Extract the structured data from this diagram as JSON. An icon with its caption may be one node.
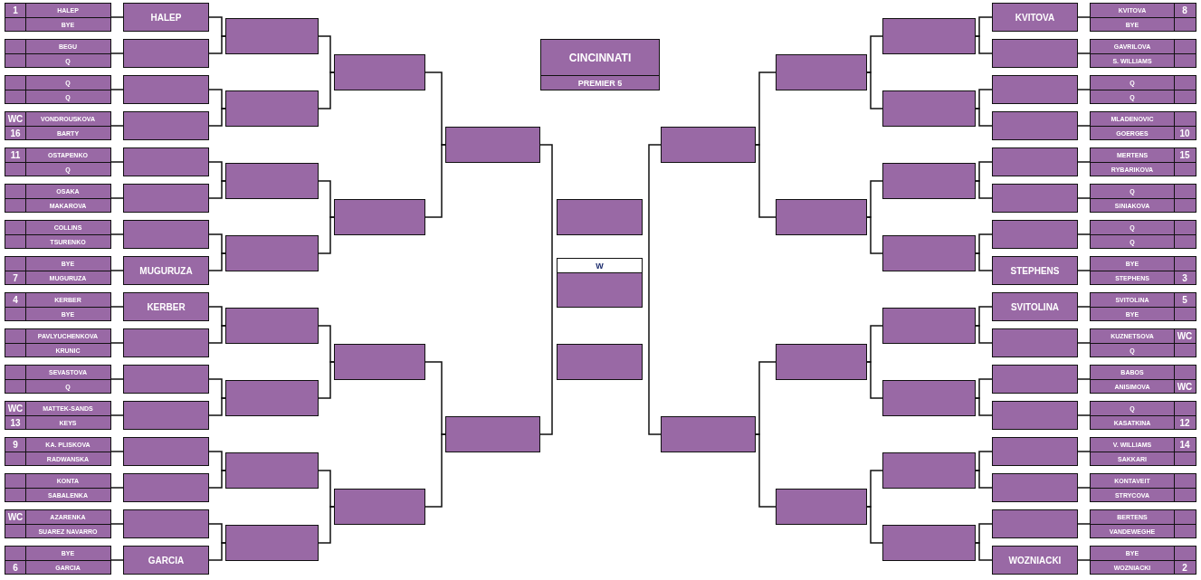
{
  "diagram": {
    "nodes": [
      {
        "text": [
          "CINCINNATI",
          "PREMIER 5"
        ]
      },
      {
        "text": [],
        "shape": "box"
      },
      {
        "text": [
          "1",
          "HALEP"
        ],
        "in": 1
      },
      {
        "text": [
          "BYE"
        ],
        "in": 1
      },
      {
        "text": [],
        "shape": "box"
      },
      {
        "text": [
          "BEGU"
        ],
        "in": 4
      },
      {
        "text": [
          "Q"
        ],
        "in": 4
      },
      {
        "text": [],
        "shape": "box"
      },
      {
        "text": [
          "Q"
        ],
        "in": 7
      },
      {
        "text": [
          "Q"
        ],
        "in": 7
      },
      {
        "text": [],
        "shape": "box"
      },
      {
        "text": [
          "WC",
          "VONDROUSKOVA"
        ],
        "in": 10
      },
      {
        "text": [
          "16",
          "BARTY"
        ],
        "in": 10
      },
      {
        "text": [],
        "shape": "box"
      },
      {
        "text": [
          "11",
          "OSTAPENKO"
        ],
        "in": 13
      },
      {
        "text": [
          "Q"
        ],
        "in": 13
      },
      {
        "text": [],
        "shape": "box"
      },
      {
        "text": [
          "OSAKA"
        ],
        "in": 16
      },
      {
        "text": [
          "MAKAROVA"
        ],
        "in": 16
      },
      {
        "text": [],
        "shape": "box"
      },
      {
        "text": [
          "COLLINS"
        ],
        "in": 19
      },
      {
        "text": [
          "TSURENKO"
        ],
        "in": 19
      },
      {
        "text": [],
        "shape": "box"
      },
      {
        "text": [
          "BYE"
        ],
        "in": 22
      },
      {
        "text": [
          "7",
          "MUGURUZA"
        ],
        "in": 22
      },
      {
        "text": [],
        "shape": "box"
      },
      {
        "text": [
          "4",
          "KERBER"
        ],
        "in": 25
      },
      {
        "text": [
          "BYE"
        ],
        "in": 25
      },
      {
        "text": [],
        "shape": "box"
      },
      {
        "text": [
          "PAVLYUCHENKOVA"
        ],
        "in": 28
      },
      {
        "text": [
          "KRUNIC"
        ],
        "in": 28
      },
      {
        "text": [],
        "shape": "box"
      },
      {
        "text": [
          "SEVASTOVA"
        ],
        "in": 31
      },
      {
        "text": [
          "Q"
        ],
        "in": 31
      },
      {
        "text": [],
        "shape": "box"
      },
      {
        "text": [
          "WC",
          "MATTEK-SANDS"
        ],
        "in": 34
      },
      {
        "text": [
          "13",
          "KEYS"
        ],
        "in": 34
      },
      {
        "text": [],
        "shape": "box"
      },
      {
        "text": [
          "9",
          "KA. PLISKOVA"
        ],
        "in": 37
      },
      {
        "text": [
          "RADWANSKA"
        ],
        "in": 37
      },
      {
        "text": [],
        "shape": "box"
      },
      {
        "text": [
          "KONTA"
        ],
        "in": 40
      },
      {
        "text": [
          "SABALENKA"
        ],
        "in": 40
      },
      {
        "text": [],
        "shape": "box"
      },
      {
        "text": [
          "WC",
          "AZARENKA"
        ],
        "in": 43
      },
      {
        "text": [
          "SUAREZ NAVARRO"
        ],
        "in": 43
      },
      {
        "text": [],
        "shape": "box"
      },
      {
        "text": [
          "BYE"
        ],
        "in": 46
      },
      {
        "text": [
          "6",
          "GARCIA"
        ],
        "in": 46
      },
      {
        "text": [
          "HALEP"
        ]
      },
      {
        "text": [],
        "shape": "box"
      },
      {
        "text": [],
        "shape": "box"
      },
      {
        "text": [],
        "shape": "box"
      },
      {
        "text": [],
        "shape": "box"
      },
      {
        "text": [],
        "shape": "box"
      },
      {
        "text": [],
        "shape": "box"
      },
      {
        "text": [
          "MUGURUZA"
        ]
      },
      {
        "text": [
          "KERBER"
        ]
      },
      {
        "text": [],
        "shape": "box"
      },
      {
        "text": [],
        "shape": "box"
      },
      {
        "text": [],
        "shape": "box"
      },
      {
        "text": [],
        "shape": "box"
      },
      {
        "text": [],
        "shape": "box"
      },
      {
        "text": [],
        "shape": "box"
      },
      {
        "text": [
          "GARCIA"
        ]
      },
      {
        "text": [],
        "shape": "box"
      },
      {
        "text": [],
        "shape": "box"
      },
      {
        "text": [],
        "shape": "box"
      },
      {
        "text": [],
        "shape": "box"
      },
      {
        "text": [],
        "shape": "box"
      },
      {
        "text": [],
        "shape": "box"
      },
      {
        "text": [],
        "shape": "box"
      },
      {
        "text": [],
        "shape": "box"
      },
      {
        "text": [],
        "shape": "box"
      },
      {
        "text": [],
        "shape": "box"
      },
      {
        "text": [],
        "shape": "box"
      },
      {
        "text": [],
        "shape": "box"
      },
      {
        "text": [],
        "shape": "box"
      },
      {
        "text": [],
        "shape": "box"
      },
      {
        "text": [],
        "shape": "box"
      },
      {
        "text": [
          "W"
        ]
      },
      {
        "text": [],
        "shape": "box"
      },
      {
        "text": [],
        "shape": "box"
      },
      {
        "text": [],
        "shape": "box"
      },
      {
        "text": [],
        "shape": "box"
      },
      {
        "text": [],
        "shape": "box"
      },
      {
        "text": [],
        "shape": "box"
      },
      {
        "text": [],
        "shape": "box"
      },
      {
        "text": [],
        "shape": "box"
      },
      {
        "text": [],
        "shape": "box"
      },
      {
        "text": [],
        "shape": "box"
      },
      {
        "text": [],
        "shape": "box"
      },
      {
        "text": [],
        "shape": "box"
      },
      {
        "text": [],
        "shape": "box"
      },
      {
        "text": [],
        "shape": "box"
      },
      {
        "text": [],
        "shape": "box"
      },
      {
        "text": [
          "KVITOVA"
        ]
      },
      {
        "text": [],
        "shape": "box"
      },
      {
        "text": [],
        "shape": "box"
      },
      {
        "text": [],
        "shape": "box"
      },
      {
        "text": [],
        "shape": "box"
      },
      {
        "text": [],
        "shape": "box"
      },
      {
        "text": [],
        "shape": "box"
      },
      {
        "text": [
          "STEPHENS"
        ]
      },
      {
        "text": [
          "SVITOLINA"
        ]
      },
      {
        "text": [],
        "shape": "box"
      },
      {
        "text": [],
        "shape": "box"
      },
      {
        "text": [],
        "shape": "box"
      },
      {
        "text": [],
        "shape": "box"
      },
      {
        "text": [],
        "shape": "box"
      },
      {
        "text": [],
        "shape": "box"
      },
      {
        "text": [
          "WOZNIACKI"
        ]
      },
      {
        "text": [],
        "shape": "box"
      },
      {
        "text": [
          "KVITOVA",
          "8"
        ],
        "in": 112
      },
      {
        "text": [
          "BYE"
        ],
        "in": 112
      },
      {
        "text": [],
        "shape": "box"
      },
      {
        "text": [
          "GAVRILOVA"
        ],
        "in": 115
      },
      {
        "text": [
          "S. WILLIAMS"
        ],
        "in": 115
      },
      {
        "text": [],
        "shape": "box"
      },
      {
        "text": [
          "Q"
        ],
        "in": 118
      },
      {
        "text": [
          "Q"
        ],
        "in": 118
      },
      {
        "text": [],
        "shape": "box"
      },
      {
        "text": [
          "MLADENOVIC"
        ],
        "in": 121
      },
      {
        "text": [
          "GOERGES",
          "10"
        ],
        "in": 121
      },
      {
        "text": [],
        "shape": "box"
      },
      {
        "text": [
          "MERTENS",
          "15"
        ],
        "in": 124
      },
      {
        "text": [
          "RYBARIKOVA"
        ],
        "in": 124
      },
      {
        "text": [],
        "shape": "box"
      },
      {
        "text": [
          "Q"
        ],
        "in": 127
      },
      {
        "text": [
          "SINIAKOVA"
        ],
        "in": 127
      },
      {
        "text": [],
        "shape": "box"
      },
      {
        "text": [
          "Q"
        ],
        "in": 130
      },
      {
        "text": [
          "Q"
        ],
        "in": 130
      },
      {
        "text": [],
        "shape": "box"
      },
      {
        "text": [
          "BYE"
        ],
        "in": 133
      },
      {
        "text": [
          "STEPHENS",
          "3"
        ],
        "in": 133
      },
      {
        "text": [],
        "shape": "box"
      },
      {
        "text": [
          "SVITOLINA",
          "5"
        ],
        "in": 136
      },
      {
        "text": [
          "BYE"
        ],
        "in": 136
      },
      {
        "text": [],
        "shape": "box"
      },
      {
        "text": [
          "KUZNETSOVA",
          "WC"
        ],
        "in": 139
      },
      {
        "text": [
          "Q"
        ],
        "in": 139
      },
      {
        "text": [],
        "shape": "box"
      },
      {
        "text": [
          "BABOS"
        ],
        "in": 142
      },
      {
        "text": [
          "ANISIMOVA",
          "WC"
        ],
        "in": 142
      },
      {
        "text": [],
        "shape": "box"
      },
      {
        "text": [
          "Q"
        ],
        "in": 145
      },
      {
        "text": [
          "KASATKINA",
          "12"
        ],
        "in": 145
      },
      {
        "text": [],
        "shape": "box"
      },
      {
        "text": [
          "V. WILLIAMS",
          "14"
        ],
        "in": 148
      },
      {
        "text": [
          "SAKKARI"
        ],
        "in": 148
      },
      {
        "text": [],
        "shape": "box"
      },
      {
        "text": [
          "KONTAVEIT"
        ],
        "in": 151
      },
      {
        "text": [
          "STRYCOVA"
        ],
        "in": 151
      },
      {
        "text": [],
        "shape": "box"
      },
      {
        "text": [
          "BERTENS"
        ],
        "in": 154
      },
      {
        "text": [
          "VANDEWEGHE"
        ],
        "in": 154
      },
      {
        "text": [],
        "shape": "box"
      },
      {
        "text": [
          "BYE"
        ],
        "in": 157
      },
      {
        "text": [
          "WOZNIACKI",
          "2"
        ],
        "in": 157
      }
    ],
    "edges": [
      {
        "from": 1,
        "to": 49,
        "arrow": "none"
      },
      {
        "from": 4,
        "to": 50,
        "arrow": "none"
      },
      {
        "from": 7,
        "to": 51,
        "arrow": "none"
      },
      {
        "from": 10,
        "to": 52,
        "arrow": "none"
      },
      {
        "from": 13,
        "to": 53,
        "arrow": "none"
      },
      {
        "from": 16,
        "to": 54,
        "arrow": "none"
      },
      {
        "from": 19,
        "to": 55,
        "arrow": "none"
      },
      {
        "from": 22,
        "to": 56,
        "arrow": "none"
      },
      {
        "from": 25,
        "to": 57,
        "arrow": "none"
      },
      {
        "from": 28,
        "to": 58,
        "arrow": "none"
      },
      {
        "from": 31,
        "to": 59,
        "arrow": "none"
      },
      {
        "from": 34,
        "to": 60,
        "arrow": "none"
      },
      {
        "from": 37,
        "to": 61,
        "arrow": "none"
      },
      {
        "from": 40,
        "to": 62,
        "arrow": "none"
      },
      {
        "from": 43,
        "to": 63,
        "arrow": "none"
      },
      {
        "from": 46,
        "to": 64,
        "arrow": "none"
      },
      {
        "from": 49,
        "to": 65,
        "arrow": "none"
      },
      {
        "from": 50,
        "to": 65,
        "arrow": "none"
      },
      {
        "from": 51,
        "to": 66,
        "arrow": "none"
      },
      {
        "from": 52,
        "to": 66,
        "arrow": "none"
      },
      {
        "from": 53,
        "to": 67,
        "arrow": "none"
      },
      {
        "from": 54,
        "to": 67,
        "arrow": "none"
      },
      {
        "from": 55,
        "to": 68,
        "arrow": "none"
      },
      {
        "from": 56,
        "to": 68,
        "arrow": "none"
      },
      {
        "from": 57,
        "to": 69,
        "arrow": "none"
      },
      {
        "from": 58,
        "to": 69,
        "arrow": "none"
      },
      {
        "from": 59,
        "to": 70,
        "arrow": "none"
      },
      {
        "from": 60,
        "to": 70,
        "arrow": "none"
      },
      {
        "from": 61,
        "to": 71,
        "arrow": "none"
      },
      {
        "from": 62,
        "to": 71,
        "arrow": "none"
      },
      {
        "from": 63,
        "to": 72,
        "arrow": "none"
      },
      {
        "from": 64,
        "to": 72,
        "arrow": "none"
      },
      {
        "from": 65,
        "to": 73,
        "arrow": "none"
      },
      {
        "from": 66,
        "to": 73,
        "arrow": "none"
      },
      {
        "from": 67,
        "to": 74,
        "arrow": "none"
      },
      {
        "from": 68,
        "to": 74,
        "arrow": "none"
      },
      {
        "from": 69,
        "to": 75,
        "arrow": "none"
      },
      {
        "from": 70,
        "to": 75,
        "arrow": "none"
      },
      {
        "from": 71,
        "to": 76,
        "arrow": "none"
      },
      {
        "from": 72,
        "to": 76,
        "arrow": "none"
      },
      {
        "from": 73,
        "to": 77,
        "arrow": "none"
      },
      {
        "from": 74,
        "to": 77,
        "arrow": "none"
      },
      {
        "from": 75,
        "to": 78,
        "arrow": "none"
      },
      {
        "from": 76,
        "to": 78,
        "arrow": "none"
      },
      {
        "from": 77,
        "to": 78,
        "arrow": "none"
      },
      {
        "from": 112,
        "to": 96,
        "arrow": "none"
      },
      {
        "from": 115,
        "to": 97,
        "arrow": "none"
      },
      {
        "from": 118,
        "to": 98,
        "arrow": "none"
      },
      {
        "from": 121,
        "to": 99,
        "arrow": "none"
      },
      {
        "from": 124,
        "to": 100,
        "arrow": "none"
      },
      {
        "from": 127,
        "to": 101,
        "arrow": "none"
      },
      {
        "from": 130,
        "to": 102,
        "arrow": "none"
      },
      {
        "from": 133,
        "to": 103,
        "arrow": "none"
      },
      {
        "from": 136,
        "to": 104,
        "arrow": "none"
      },
      {
        "from": 139,
        "to": 105,
        "arrow": "none"
      },
      {
        "from": 142,
        "to": 106,
        "arrow": "none"
      },
      {
        "from": 145,
        "to": 107,
        "arrow": "none"
      },
      {
        "from": 148,
        "to": 108,
        "arrow": "none"
      },
      {
        "from": 151,
        "to": 109,
        "arrow": "none"
      },
      {
        "from": 154,
        "to": 110,
        "arrow": "none"
      },
      {
        "from": 157,
        "to": 111,
        "arrow": "none"
      },
      {
        "from": 96,
        "to": 88,
        "arrow": "none"
      },
      {
        "from": 97,
        "to": 88,
        "arrow": "none"
      },
      {
        "from": 98,
        "to": 89,
        "arrow": "none"
      },
      {
        "from": 99,
        "to": 89,
        "arrow": "none"
      },
      {
        "from": 100,
        "to": 90,
        "arrow": "none"
      },
      {
        "from": 101,
        "to": 90,
        "arrow": "none"
      },
      {
        "from": 102,
        "to": 91,
        "arrow": "none"
      },
      {
        "from": 103,
        "to": 91,
        "arrow": "none"
      },
      {
        "from": 104,
        "to": 92,
        "arrow": "none"
      },
      {
        "from": 105,
        "to": 92,
        "arrow": "none"
      },
      {
        "from": 106,
        "to": 93,
        "arrow": "none"
      },
      {
        "from": 107,
        "to": 93,
        "arrow": "none"
      },
      {
        "from": 108,
        "to": 94,
        "arrow": "none"
      },
      {
        "from": 109,
        "to": 94,
        "arrow": "none"
      },
      {
        "from": 110,
        "to": 95,
        "arrow": "none"
      },
      {
        "from": 111,
        "to": 95,
        "arrow": "none"
      },
      {
        "from": 88,
        "to": 84,
        "arrow": "none"
      },
      {
        "from": 89,
        "to": 84,
        "arrow": "none"
      },
      {
        "from": 90,
        "to": 85,
        "arrow": "none"
      },
      {
        "from": 91,
        "to": 85,
        "arrow": "none"
      },
      {
        "from": 92,
        "to": 86,
        "arrow": "none"
      },
      {
        "from": 93,
        "to": 86,
        "arrow": "none"
      },
      {
        "from": 94,
        "to": 87,
        "arrow": "none"
      },
      {
        "from": 95,
        "to": 87,
        "arrow": "none"
      },
      {
        "from": 84,
        "to": 82,
        "arrow": "none"
      },
      {
        "from": 85,
        "to": 82,
        "arrow": "none"
      },
      {
        "from": 86,
        "to": 83,
        "arrow": "none"
      },
      {
        "from": 87,
        "to": 83,
        "arrow": "none"
      },
      {
        "from": 82,
        "to": 83,
        "arrow": "none"
      }
    ]
  }
}
